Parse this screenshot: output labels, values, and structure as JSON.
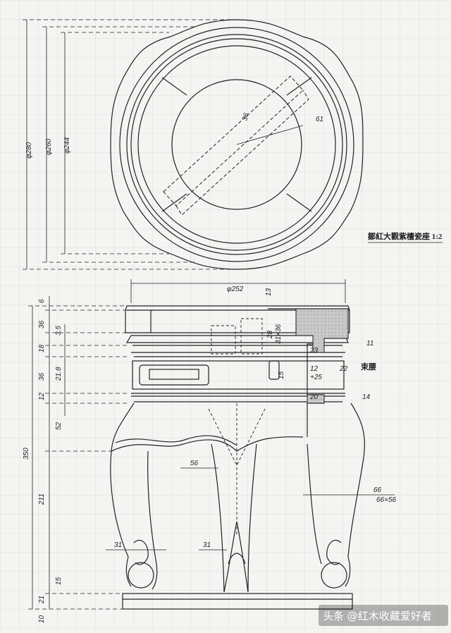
{
  "drawing": {
    "title": "鄒紅大觀紫檀瓷座 1:2",
    "legend": "束腰",
    "watermark": "头条 @红木收藏爱好者",
    "colors": {
      "paper": "#f4f4f2",
      "grid": "#c9ccc9",
      "ink": "#222222",
      "section": "#bdbdbd"
    },
    "dimensions": {
      "d280": "φ280",
      "d260": "φ260",
      "d244": "φ244",
      "d252": "φ252",
      "top_61": "61",
      "top_36": "36",
      "v6": "6",
      "v36a": "36",
      "v3_5": "3.5",
      "v18": "18",
      "v36b": "36",
      "v21_8": "21.8",
      "v12": "12",
      "v52": "52",
      "v350": "350",
      "v211": "211",
      "v15": "15",
      "v21": "21",
      "v10": "10",
      "d13": "13",
      "d28": "28",
      "d31x36": "31×36",
      "d11": "11",
      "d23": "23",
      "d12": "12",
      "d25": "+25",
      "d22": "22",
      "d15": "15",
      "d20": "20",
      "d14": "14",
      "d56": "56",
      "d66": "66",
      "d66x56": "66×56",
      "d31a": "31",
      "d31b": "31"
    }
  }
}
